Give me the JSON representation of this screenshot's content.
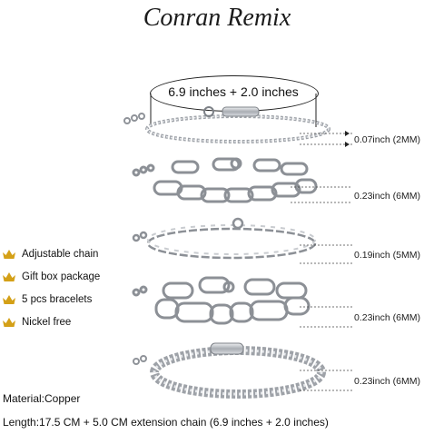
{
  "brand": "Conran Remix",
  "size_label": "6.9 inches + 2.0  inches",
  "bracelets": [
    {
      "style": "rope chain",
      "width_label": "0.07inch (2MM)"
    },
    {
      "style": "paperclip chain",
      "width_label": "0.23inch (6MM)"
    },
    {
      "style": "cable chain",
      "width_label": "0.19inch (5MM)"
    },
    {
      "style": "figaro chain",
      "width_label": "0.23inch (6MM)"
    },
    {
      "style": "curb chain",
      "width_label": "0.23inch (6MM)"
    }
  ],
  "features": [
    "Adjustable chain",
    "Gift box package",
    "5 pcs bracelets",
    "Nickel free"
  ],
  "material": "Material:Copper",
  "length": "Length:17.5 CM + 5.0 CM extension chain (6.9 inches + 2.0 inches)",
  "colors": {
    "silver": "#b9bcc1",
    "silver_dark": "#7d8187",
    "gold": "#d4a017"
  },
  "icons": [
    "crown-icon"
  ]
}
